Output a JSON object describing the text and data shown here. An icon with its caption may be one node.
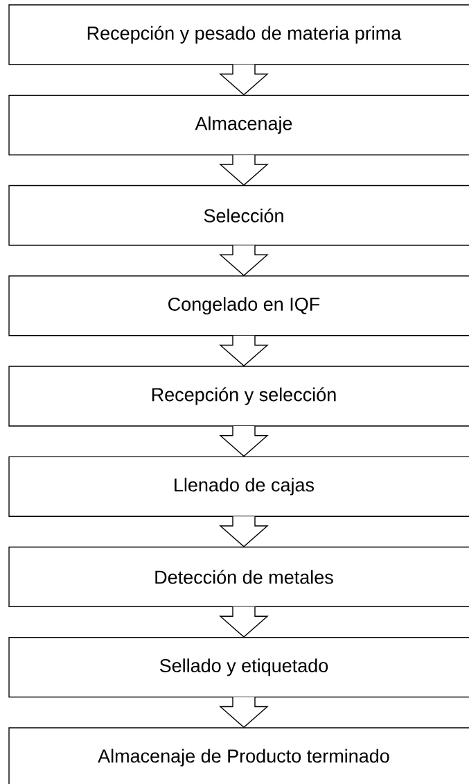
{
  "diagram": {
    "nodes": [
      {
        "text": [
          "Recepción y pesado de materia prima"
        ]
      },
      {
        "text": [
          "Almacenaje"
        ]
      },
      {
        "text": [
          "Selección"
        ]
      },
      {
        "text": [
          "Congelado en IQF"
        ]
      },
      {
        "text": [
          "Recepción y selección"
        ]
      },
      {
        "text": [
          "Llenado de cajas"
        ]
      },
      {
        "text": [
          "Detección de metales"
        ]
      },
      {
        "text": [
          "Sellado y etiquetado"
        ]
      },
      {
        "text": [
          "Almacenaje de Producto terminado"
        ]
      }
    ],
    "edges": [
      {
        "from": 0,
        "to": 1,
        "arrow": "to"
      },
      {
        "from": 1,
        "to": 2,
        "arrow": "to"
      },
      {
        "from": 2,
        "to": 3,
        "arrow": "to"
      },
      {
        "from": 3,
        "to": 4,
        "arrow": "to"
      },
      {
        "from": 4,
        "to": 5,
        "arrow": "to"
      },
      {
        "from": 5,
        "to": 6,
        "arrow": "to"
      },
      {
        "from": 6,
        "to": 7,
        "arrow": "to"
      },
      {
        "from": 7,
        "to": 8,
        "arrow": "to"
      }
    ]
  }
}
